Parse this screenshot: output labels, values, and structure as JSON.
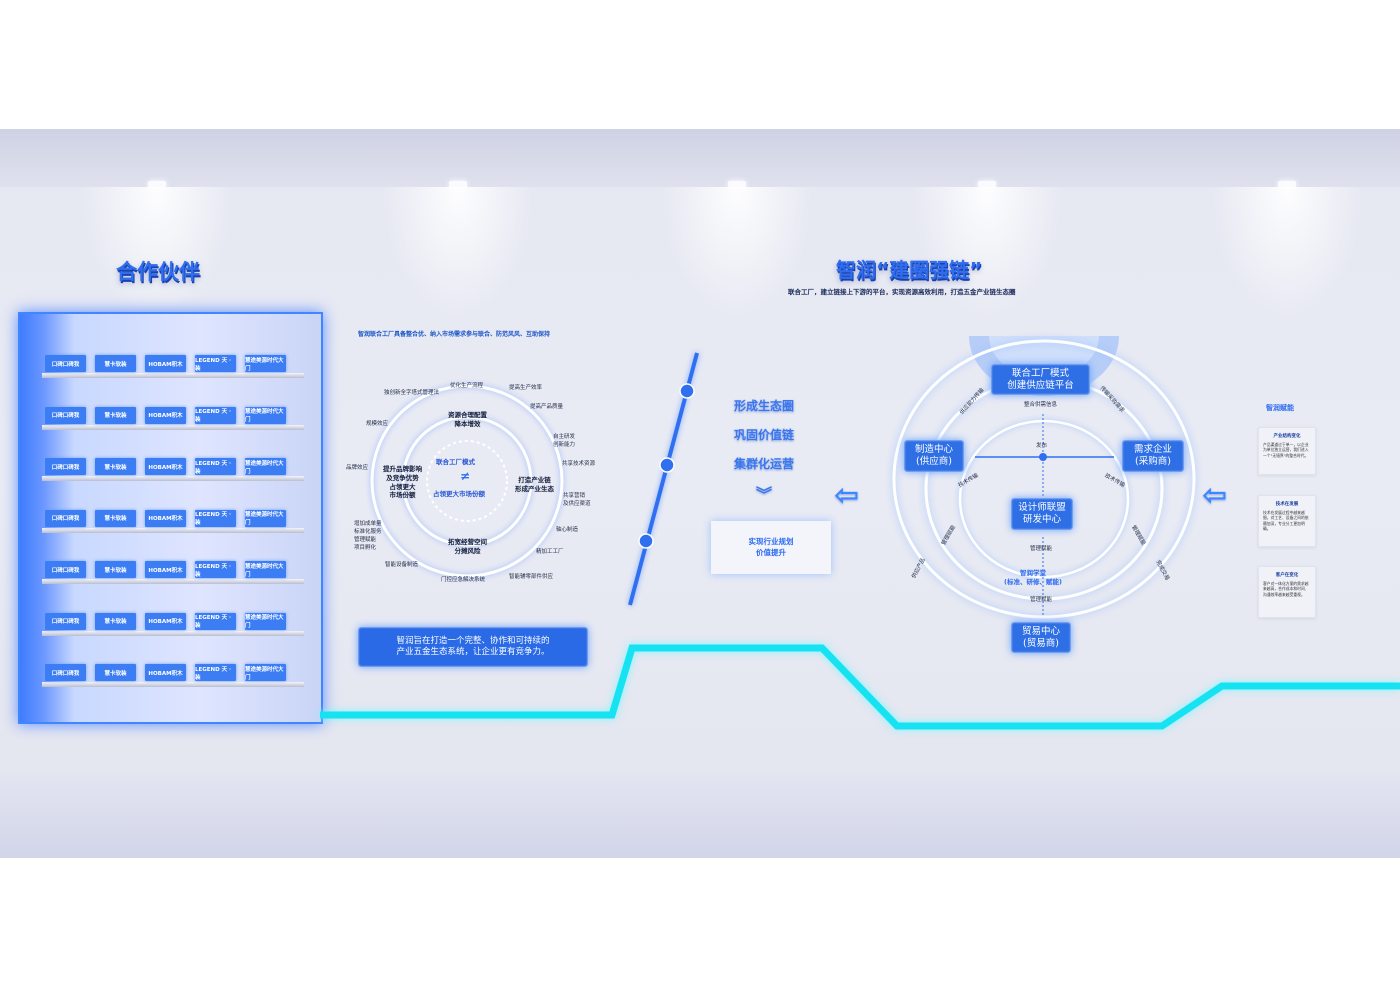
{
  "partners": {
    "title": "合作伙伴",
    "logo_row": [
      "口碑口碑我",
      "慧卡软装",
      "HOBAM积木",
      "LEGEND 天 · 装",
      "慧途美源时代大门"
    ],
    "row_count": 7
  },
  "left_panel": {
    "heading": "智润联合工厂具备整合优、纳入市场需求参与联合、防范风风、互助保持",
    "center_top": "联合工厂模式",
    "center_symbol": "≠",
    "center_bottom": "占领更大市场份额",
    "inner_top": "资源合理配置\n降本增效",
    "inner_right": "打造产业链\n形成产业生态",
    "inner_bottom": "拓宽经营空间\n分摊风险",
    "inner_left": "提升品牌影响\n及竞争优势\n占领更大\n市场份额",
    "outer_labels": [
      "优化生产流程",
      "提高生产效率",
      "提高产品质量",
      "自主研发\n创新能力",
      "共享技术资源",
      "共享营销\n及供应渠道",
      "轴心制造",
      "精加工工厂",
      "智能辅零部件供应",
      "门控应急解决系统",
      "智能设备制造",
      "增加成单量\n标准化服务\n管理赋能\n项目孵化",
      "品牌效应",
      "规模效应",
      "独创新全字塔式管理法"
    ],
    "summary": "智润旨在打造一个完整、协作和可持续的\n产业五金生态系统，让企业更有竞争力。"
  },
  "middle": {
    "lines": [
      "形成生态圈",
      "巩固价值链",
      "集群化运营"
    ],
    "result": "实现行业规划\n价值提升"
  },
  "right_panel": {
    "title": "智润“建圈强链”",
    "subtitle": "联合工厂，建立链接上下游的平台，实现资源高效利用，打造五金产业链生态圈",
    "top_box": "联合工厂模式\n创建供应链平台",
    "top_caption": "整合供需信息",
    "left_box": "制造中心\n(供应商)",
    "right_box": "需求企业\n(采购商)",
    "center_box": "设计师联盟\n研发中心",
    "center_caption": "发布",
    "school": "智润学堂\n(标准、研修、赋能)",
    "manage_top": "管理赋能",
    "manage_bottom": "管理赋能",
    "bottom_box": "贸易中心\n(贸易商)",
    "arc_labels": [
      "供应能力传输",
      "传输采购需求",
      "技术传输",
      "技术传输",
      "管理赋能",
      "管理赋能",
      "供应产品",
      "完成交易"
    ]
  },
  "right_notes": {
    "title": "智润赋能",
    "notes": [
      {
        "h": "产业结构变化",
        "p": "产品渠道过于单一，以企业为单位独立运营，我们进入一个\"无墙界\"的整合时代。"
      },
      {
        "h": "技术在发展",
        "p": "技术在发展过程中越来越细，对工艺、设备之间的依赖加深，专业分工更加明确。"
      },
      {
        "h": "客户在变化",
        "p": "客户对一体化方案的需求越来越高，合作成本和时间、沟通效率越来越受重视。"
      }
    ]
  },
  "colors": {
    "accent": "#2f6fe6",
    "cyan": "#16e3f3",
    "title_blue": "#2f6cf0"
  }
}
